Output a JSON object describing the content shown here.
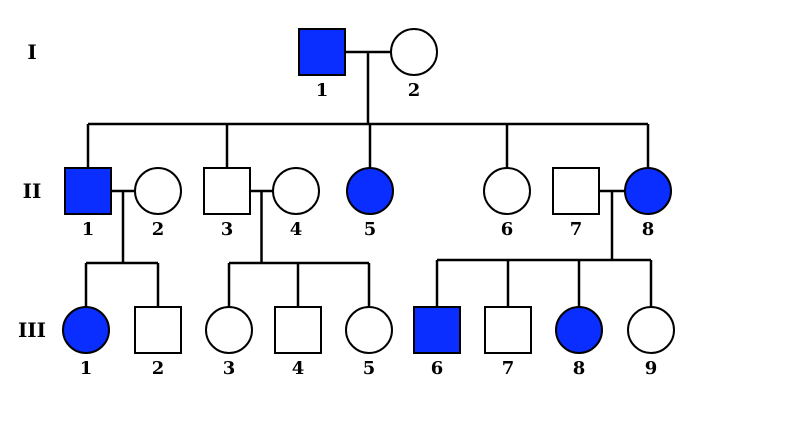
{
  "colors": {
    "affected": "#0a2eff",
    "unaffected": "#ffffff",
    "line": "#000000"
  },
  "generations": [
    {
      "label": "I",
      "members": [
        {
          "id": "I-1",
          "number": "1",
          "sex": "male",
          "affected": true
        },
        {
          "id": "I-2",
          "number": "2",
          "sex": "female",
          "affected": false
        }
      ]
    },
    {
      "label": "II",
      "members": [
        {
          "id": "II-1",
          "number": "1",
          "sex": "male",
          "affected": true
        },
        {
          "id": "II-2",
          "number": "2",
          "sex": "female",
          "affected": false
        },
        {
          "id": "II-3",
          "number": "3",
          "sex": "male",
          "affected": false
        },
        {
          "id": "II-4",
          "number": "4",
          "sex": "female",
          "affected": false
        },
        {
          "id": "II-5",
          "number": "5",
          "sex": "female",
          "affected": true
        },
        {
          "id": "II-6",
          "number": "6",
          "sex": "female",
          "affected": false
        },
        {
          "id": "II-7",
          "number": "7",
          "sex": "male",
          "affected": false
        },
        {
          "id": "II-8",
          "number": "8",
          "sex": "female",
          "affected": true
        }
      ]
    },
    {
      "label": "III",
      "members": [
        {
          "id": "III-1",
          "number": "1",
          "sex": "female",
          "affected": true
        },
        {
          "id": "III-2",
          "number": "2",
          "sex": "male",
          "affected": false
        },
        {
          "id": "III-3",
          "number": "3",
          "sex": "female",
          "affected": false
        },
        {
          "id": "III-4",
          "number": "4",
          "sex": "male",
          "affected": false
        },
        {
          "id": "III-5",
          "number": "5",
          "sex": "female",
          "affected": false
        },
        {
          "id": "III-6",
          "number": "6",
          "sex": "male",
          "affected": true
        },
        {
          "id": "III-7",
          "number": "7",
          "sex": "male",
          "affected": false
        },
        {
          "id": "III-8",
          "number": "8",
          "sex": "female",
          "affected": true
        },
        {
          "id": "III-9",
          "number": "9",
          "sex": "female",
          "affected": false
        }
      ]
    }
  ],
  "couples": [
    {
      "partners": [
        "I-1",
        "I-2"
      ],
      "children": [
        "II-1",
        "II-3",
        "II-5",
        "II-6",
        "II-8"
      ]
    },
    {
      "partners": [
        "II-1",
        "II-2"
      ],
      "children": [
        "III-1",
        "III-2"
      ]
    },
    {
      "partners": [
        "II-3",
        "II-4"
      ],
      "children": [
        "III-3",
        "III-4",
        "III-5"
      ]
    },
    {
      "partners": [
        "II-7",
        "II-8"
      ],
      "children": [
        "III-6",
        "III-7",
        "III-8",
        "III-9"
      ]
    }
  ]
}
